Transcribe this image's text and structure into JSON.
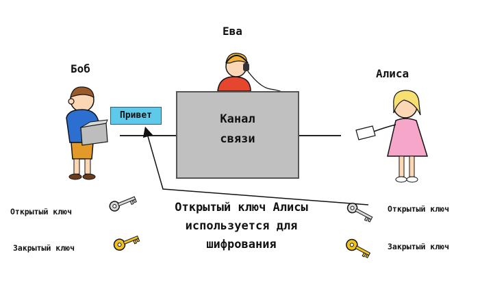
{
  "names": {
    "eve": "Ева",
    "bob": "Боб",
    "alice": "Алиса"
  },
  "channel": {
    "line1": "Канал",
    "line2": "связи"
  },
  "message": "Привет",
  "keys_left": {
    "public": "Открытый ключ",
    "private": "Закрытый ключ"
  },
  "keys_right": {
    "public": "Открытый ключ",
    "private": "Закрытый ключ"
  },
  "caption": {
    "line1": "Открытый ключ Алисы",
    "line2": "используется для",
    "line3": "шифрования"
  },
  "colors": {
    "channel": "#c0c0c0",
    "message": "#5fc9ea",
    "public_key": "#d9d9d9",
    "private_key": "#f2c21b"
  },
  "icons": [
    "silver-key-icon",
    "gold-key-icon"
  ]
}
